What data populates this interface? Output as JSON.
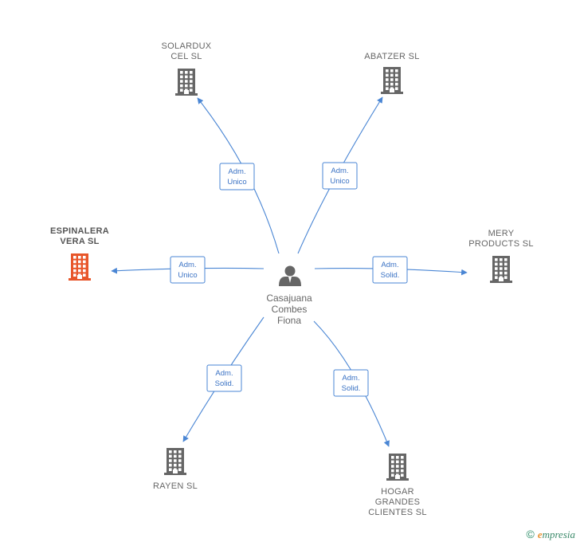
{
  "center": {
    "id": "person",
    "label": [
      "Casajuana",
      "Combes",
      "Fiona"
    ],
    "icon": "person-icon"
  },
  "nodes": [
    {
      "id": "solardux",
      "label": [
        "SOLARDUX",
        "CEL SL"
      ],
      "icon": "building-icon",
      "color": "#666666",
      "role": [
        "Adm.",
        "Unico"
      ]
    },
    {
      "id": "abatzer",
      "label": [
        "ABATZER  SL"
      ],
      "icon": "building-icon",
      "color": "#666666",
      "role": [
        "Adm.",
        "Unico"
      ]
    },
    {
      "id": "espinalera",
      "label": [
        "ESPINALERA",
        "VERA  SL"
      ],
      "icon": "building-icon",
      "color": "#e8562a",
      "highlight": true,
      "role": [
        "Adm.",
        "Unico"
      ]
    },
    {
      "id": "mery",
      "label": [
        "MERY",
        "PRODUCTS  SL"
      ],
      "icon": "building-icon",
      "color": "#666666",
      "role": [
        "Adm.",
        "Solid."
      ]
    },
    {
      "id": "rayen",
      "label": [
        "RAYEN SL"
      ],
      "icon": "building-icon",
      "color": "#666666",
      "role": [
        "Adm.",
        "Solid."
      ]
    },
    {
      "id": "hogar",
      "label": [
        "HOGAR",
        "GRANDES",
        "CLIENTES SL"
      ],
      "icon": "building-icon",
      "color": "#666666",
      "role": [
        "Adm.",
        "Solid."
      ]
    }
  ],
  "colors": {
    "edge": "#4a86d4",
    "building": "#666666",
    "highlight": "#e8562a"
  },
  "watermark": {
    "copyright": "©",
    "brand_initial": "e",
    "brand_rest": "mpresia"
  }
}
